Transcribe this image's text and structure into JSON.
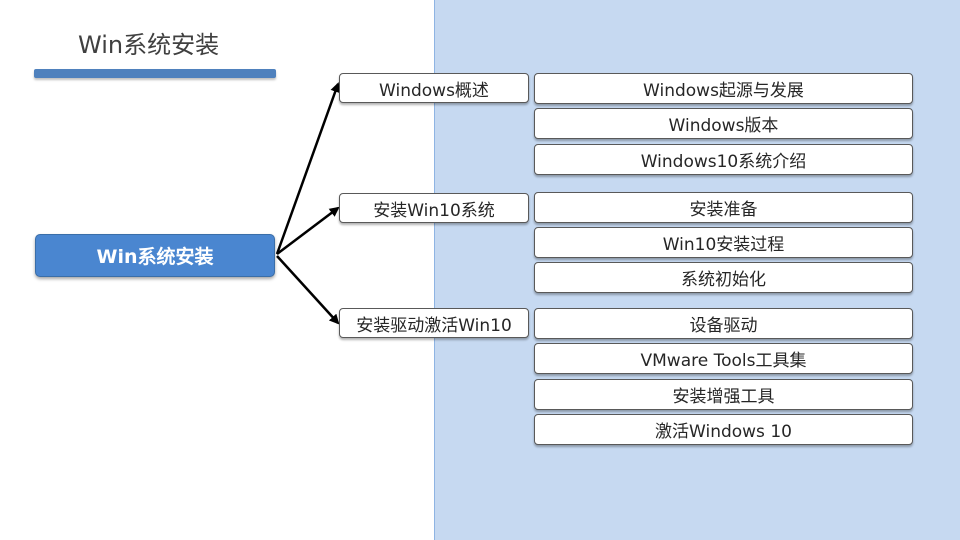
{
  "slide": {
    "title": "Win系统安装"
  },
  "root": {
    "label": "Win系统安装"
  },
  "branches": [
    {
      "label": "Windows概述",
      "children": [
        "Windows起源与发展",
        "Windows版本",
        "Windows10系统介绍"
      ]
    },
    {
      "label": "安装Win10系统",
      "children": [
        "安装准备",
        "Win10安装过程",
        "系统初始化"
      ]
    },
    {
      "label": "安装驱动激活Win10",
      "children": [
        "设备驱动",
        "VMware Tools工具集",
        "安装增强工具",
        "激活Windows 10"
      ]
    }
  ],
  "colors": {
    "panel": "#c6d9f1",
    "accent": "#4f81bd",
    "root_fill": "#4a86d0"
  }
}
